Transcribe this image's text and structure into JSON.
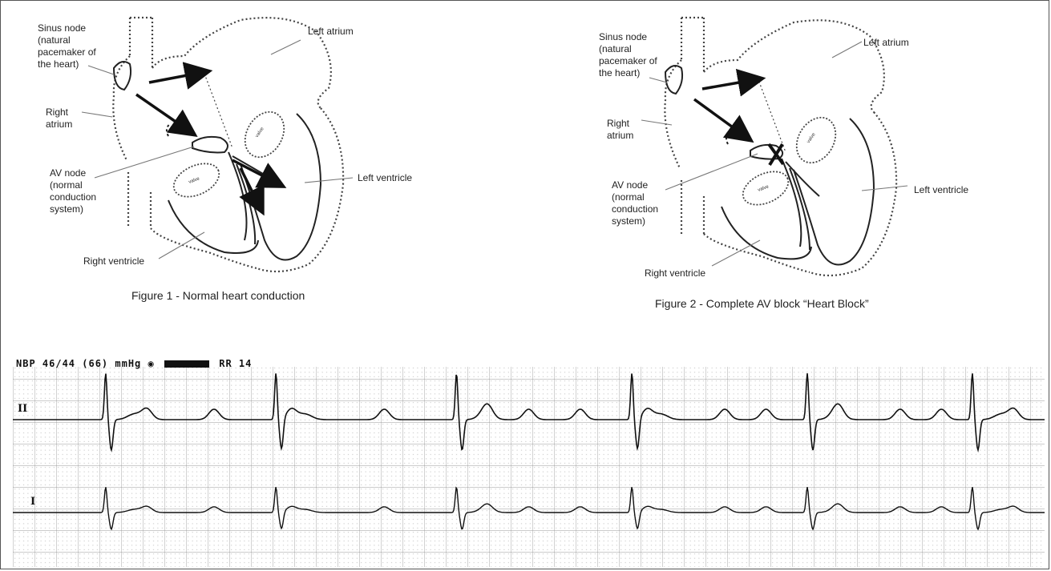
{
  "figure1": {
    "caption": "Figure 1 - Normal heart conduction",
    "labels": {
      "sinus_node": "Sinus node\n(natural\npacemaker of\nthe heart)",
      "left_atrium": "Left atrium",
      "right_atrium": "Right\natrium",
      "av_node": "AV node\n(normal\nconduction\nsystem)",
      "left_ventricle": "Left ventricle",
      "right_ventricle": "Right ventricle"
    }
  },
  "figure2": {
    "caption": "Figure 2 - Complete AV block “Heart Block”",
    "labels": {
      "sinus_node": "Sinus node\n(natural\npacemaker of\nthe heart)",
      "left_atrium": "Left atrium",
      "right_atrium": "Right\natrium",
      "av_node": "AV node\n(normal\nconduction\nsystem)",
      "left_ventricle": "Left ventricle",
      "right_ventricle": "Right ventricle"
    }
  },
  "valve_label": "valve",
  "ecg": {
    "header_left": "NBP 46/44 (66) mmHg",
    "header_right": "RR 14",
    "lead_top": "II",
    "lead_bottom": "I",
    "qrs_times": [
      0.09,
      0.255,
      0.43,
      0.6,
      0.77,
      0.93
    ],
    "p_wave_times": [
      0.13,
      0.195,
      0.27,
      0.36,
      0.46,
      0.5,
      0.55,
      0.615,
      0.69,
      0.73,
      0.8,
      0.86,
      0.9,
      0.97
    ]
  }
}
